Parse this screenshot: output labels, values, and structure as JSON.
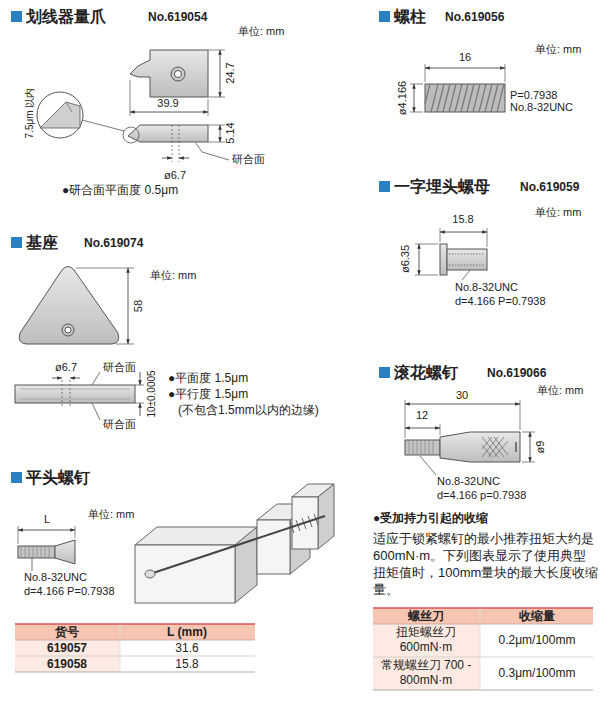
{
  "diagram": {
    "labels": [
      "划线器量爪",
      "No.619054",
      "单位: mm",
      "24.7",
      "39.9",
      "5.14",
      "7.5μm 以内",
      "ø6.7",
      "研合面",
      "●研合面平面度 0.5μm",
      "基座",
      "No.619074",
      "单位: mm",
      "58",
      "ø6.7",
      "研合面",
      "10±0.0005",
      "研合面",
      "●平面度 1.5μm",
      "●平行度 1.5μm",
      "(不包含1.5mm以内的边缘)",
      "平头螺钉",
      "单位: mm",
      "L",
      "No.8-32UNC",
      "d=4.166  P=0.7938",
      "货号",
      "L (mm)",
      "619057",
      "31.6",
      "619058",
      "15.8",
      "螺柱",
      "No.619056",
      "单位: mm",
      "16",
      "ø4.166",
      "P=0.7938",
      "No.8-32UNC",
      "一字埋头螺母",
      "No.619059",
      "单位: mm",
      "15.8",
      "ø6.35",
      "No.8-32UNC",
      "d=4.166  P=0.7938",
      "滚花螺钉",
      "No.619066",
      "单位: mm",
      "30",
      "12",
      "ø9",
      "No.8-32UNC",
      "d=4.166  p=0.7938",
      "●受加持力引起的收缩",
      "适应于锁紧螺钉的最小推荐扭矩大约是600mN·m。下列图表显示了使用典型扭矩值时，100mm量块的最大长度收缩量。",
      "螺丝刀",
      "收缩量",
      "扭矩螺丝刀 600mN·m",
      "0.2μm/100mm",
      "常规螺丝刀 700 - 800mN·m",
      "0.3μm/100mm"
    ]
  }
}
